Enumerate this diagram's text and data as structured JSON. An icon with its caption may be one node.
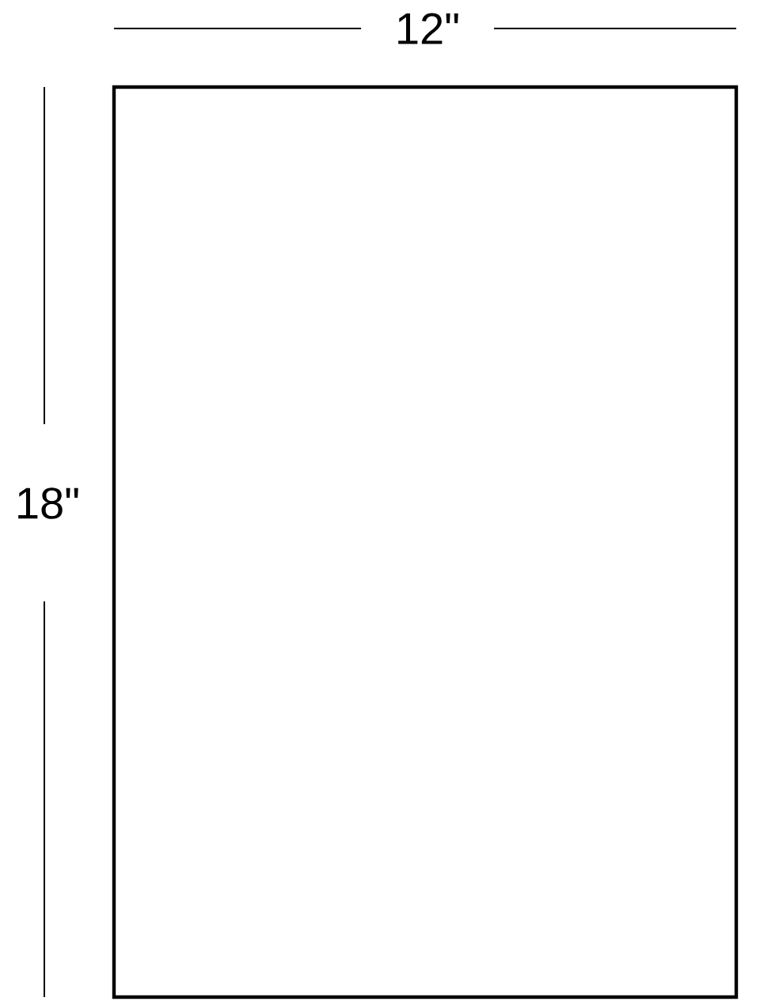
{
  "diagram": {
    "nodes": [
      {
        "text": [],
        "shape": "box"
      }
    ],
    "edges": [],
    "labels": [
      "12\"",
      "18\""
    ]
  }
}
